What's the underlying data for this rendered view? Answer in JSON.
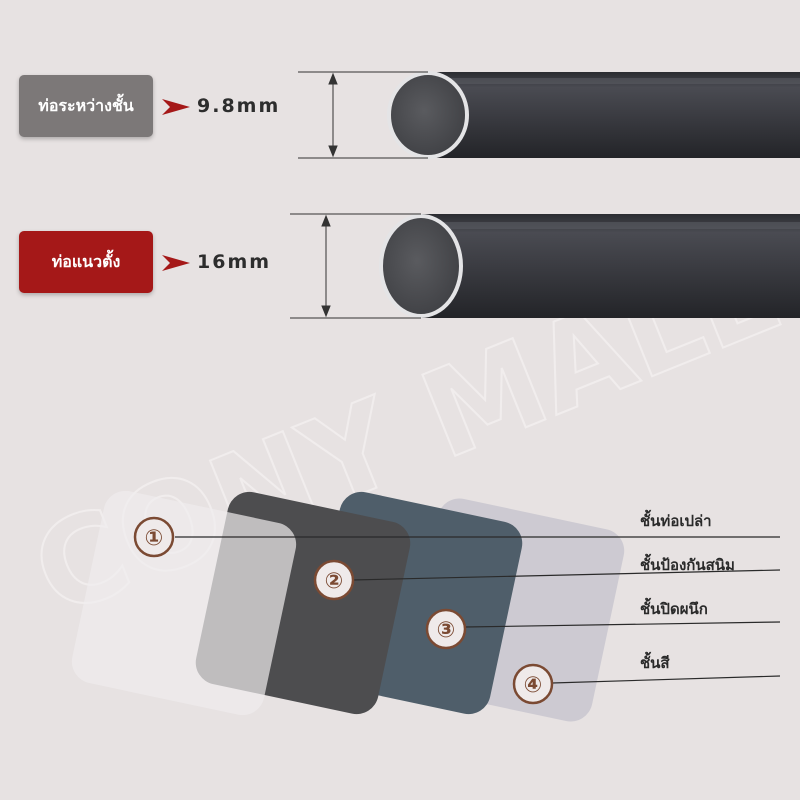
{
  "pipes": [
    {
      "label": "ท่อระหว่างชั้น",
      "size": "9.8mm",
      "box_color": "#7c7878"
    },
    {
      "label": "ท่อแนวตั้ง",
      "size": "16mm",
      "box_color": "#a51818"
    }
  ],
  "layers": [
    {
      "number": "①",
      "label": "ชั้นท่อเปล่า"
    },
    {
      "number": "②",
      "label": "ชั้นป้องกันสนิม"
    },
    {
      "number": "③",
      "label": "ชั้นปิดผนึก"
    },
    {
      "number": "④",
      "label": "ชั้นสี"
    }
  ],
  "watermark": "CONY MALL",
  "colors": {
    "background": "#e7e2e2",
    "pipe": "#3a3b40",
    "arrow_red": "#a51818",
    "layer_dark": "#4d4d4f",
    "layer_blue": "#4f5e6a",
    "layer_light": "#c8c5cf"
  }
}
